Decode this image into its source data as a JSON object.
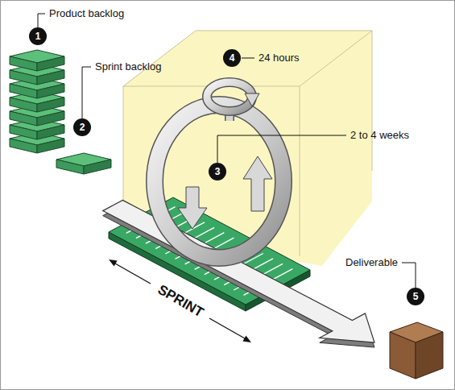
{
  "diagram": {
    "nodes": [
      {
        "text": [
          "1"
        ]
      },
      {
        "text": [
          "2"
        ]
      },
      {
        "text": [
          "3"
        ]
      },
      {
        "text": [
          "4"
        ]
      },
      {
        "text": [
          "5"
        ]
      }
    ],
    "labels": [
      "Product backlog",
      "Sprint backlog",
      "24 hours",
      "2 to 4 weeks",
      "Deliverable",
      "SPRINT"
    ]
  }
}
